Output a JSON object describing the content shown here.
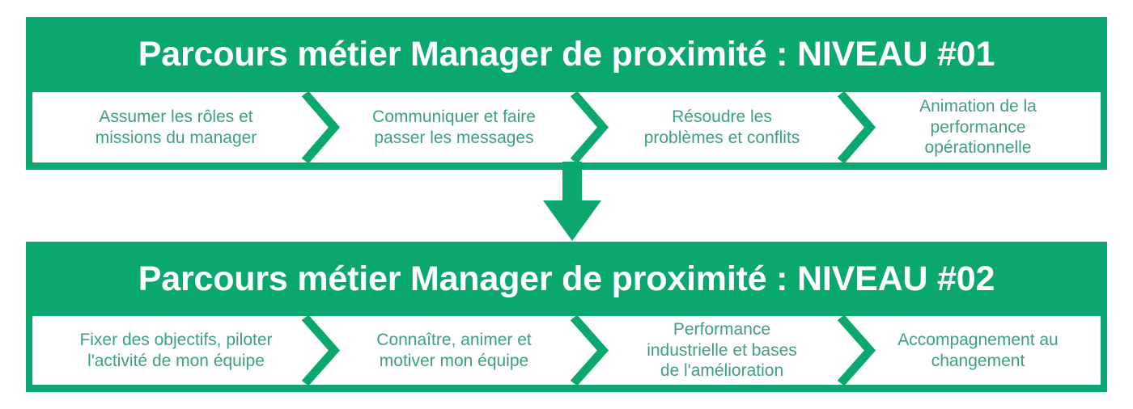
{
  "theme": {
    "green": "#0AA86E",
    "step_text_green": "#3FA07C",
    "title_text": "#FFFFFF",
    "background": "#FFFFFF"
  },
  "diagram": {
    "type": "process-flow",
    "orientation": "vertical",
    "blocks": [
      {
        "id": "niveau-01",
        "title": "Parcours métier Manager de proximité : NIVEAU #01",
        "steps": [
          {
            "index": 1,
            "label": "Assumer les rôles et\nmissions du manager"
          },
          {
            "index": 2,
            "label": "Communiquer et faire\npasser les messages"
          },
          {
            "index": 3,
            "label": "Résoudre les\nproblèmes et conflits"
          },
          {
            "index": 4,
            "label": "Animation de la\nperformance\nopérationnelle"
          }
        ]
      },
      {
        "id": "niveau-02",
        "title": "Parcours métier Manager de proximité : NIVEAU #02",
        "steps": [
          {
            "index": 1,
            "label": "Fixer des objectifs, piloter\nl'activité de mon équipe"
          },
          {
            "index": 2,
            "label": "Connaître, animer et\nmotiver mon équipe"
          },
          {
            "index": 3,
            "label": "Performance\nindustrielle et bases\nde l'amélioration"
          },
          {
            "index": 4,
            "label": "Accompagnement au\nchangement"
          }
        ]
      }
    ],
    "connector": {
      "icon": "down-arrow-icon",
      "from": "niveau-01",
      "to": "niveau-02"
    }
  }
}
